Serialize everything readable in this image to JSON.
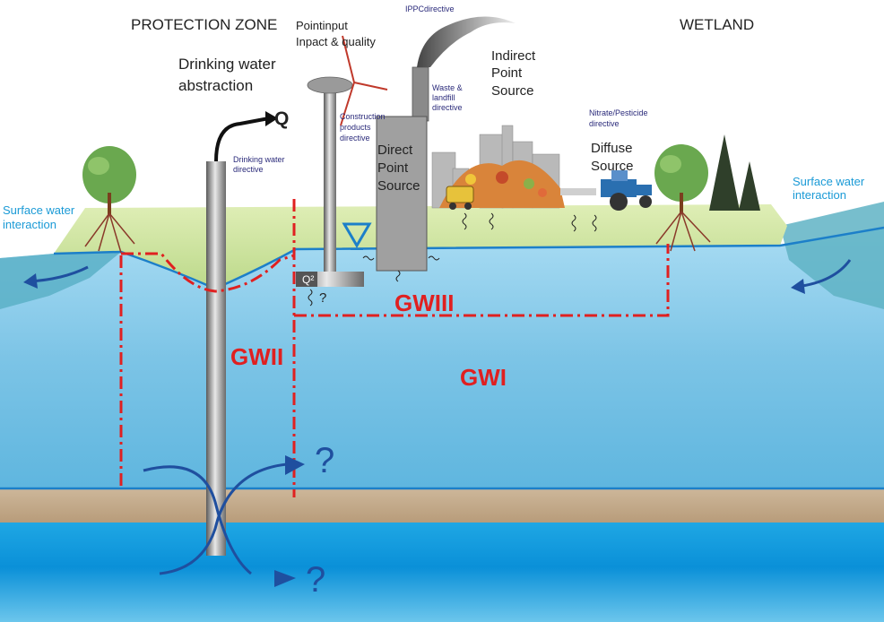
{
  "labels": {
    "protection_zone": "PROTECTION ZONE",
    "wetland": "WETLAND",
    "point_input_1": "Pointinput",
    "point_input_2": "Inpact & quality",
    "ippc": "IPPCdirective",
    "drinking_1": "Drinking water",
    "drinking_2": "abstraction",
    "q": "Q",
    "indirect_1": "Indirect",
    "indirect_2": "Point",
    "indirect_3": "Source",
    "waste_1": "Waste &",
    "waste_2": "landfill",
    "waste_3": "directive",
    "construction_1": "Construction",
    "construction_2": "products",
    "construction_3": "directive",
    "drinking_dir_1": "Drinking water",
    "drinking_dir_2": "directive",
    "direct_1": "Direct",
    "direct_2": "Point",
    "direct_3": "Source",
    "nitrate_1": "Nitrate/Pesticide",
    "nitrate_2": "directive",
    "diffuse_1": "Diffuse",
    "diffuse_2": "Source",
    "sw_left_1": "Surface water",
    "sw_left_2": "interaction",
    "sw_right_1": "Surface water",
    "sw_right_2": "interaction",
    "q2": "Q²",
    "q_mark_small": "?",
    "gw3": "GWIII",
    "gw2": "GWII",
    "gw1": "GWI",
    "q_mark_1": "?",
    "q_mark_2": "?"
  },
  "colors": {
    "zone_line": "#e02020",
    "zone_label": "#e02020",
    "arrow": "#1f4f9f",
    "water_label": "#1a9ad6",
    "directive_text": "#2a2a7a",
    "ground": "#cfe3a0"
  },
  "icons": {
    "water_table": "inverted-triangle-icon",
    "wind_turbine": "wind-turbine-icon",
    "tree": "tree-icon",
    "tractor": "tractor-icon",
    "chimney": "chimney-icon"
  }
}
